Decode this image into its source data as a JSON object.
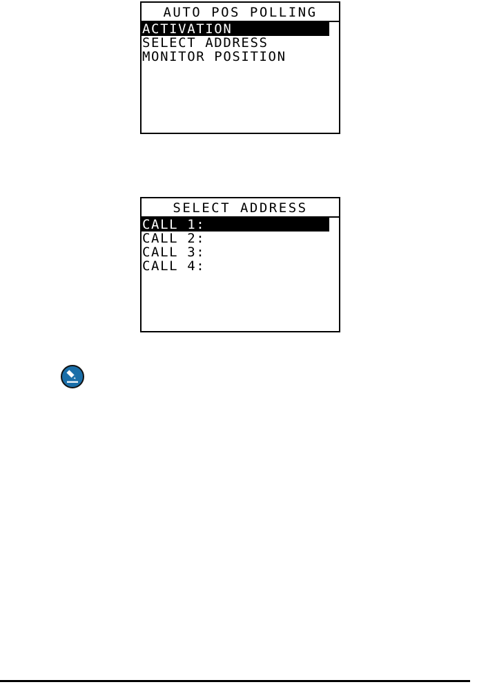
{
  "panels": [
    {
      "id": "auto-pos-polling",
      "title": "AUTO POS POLLING",
      "rows": [
        {
          "label": "ACTIVATION",
          "selected": true
        },
        {
          "label": "SELECT ADDRESS",
          "selected": false
        },
        {
          "label": "MONITOR POSITION",
          "selected": false
        }
      ]
    },
    {
      "id": "select-address",
      "title": "SELECT ADDRESS",
      "rows": [
        {
          "label": "CALL 1:",
          "selected": true
        },
        {
          "label": "CALL 2:",
          "selected": false
        },
        {
          "label": "CALL 3:",
          "selected": false
        },
        {
          "label": "CALL 4:",
          "selected": false
        }
      ]
    }
  ],
  "note": {
    "icon": "note-pencil-icon",
    "icon_fill_color": "#1a6ea8",
    "icon_ring_color": "#111111",
    "icon_glyph_color": "#ffffff"
  },
  "footer": {
    "rule_color": "#000000"
  }
}
